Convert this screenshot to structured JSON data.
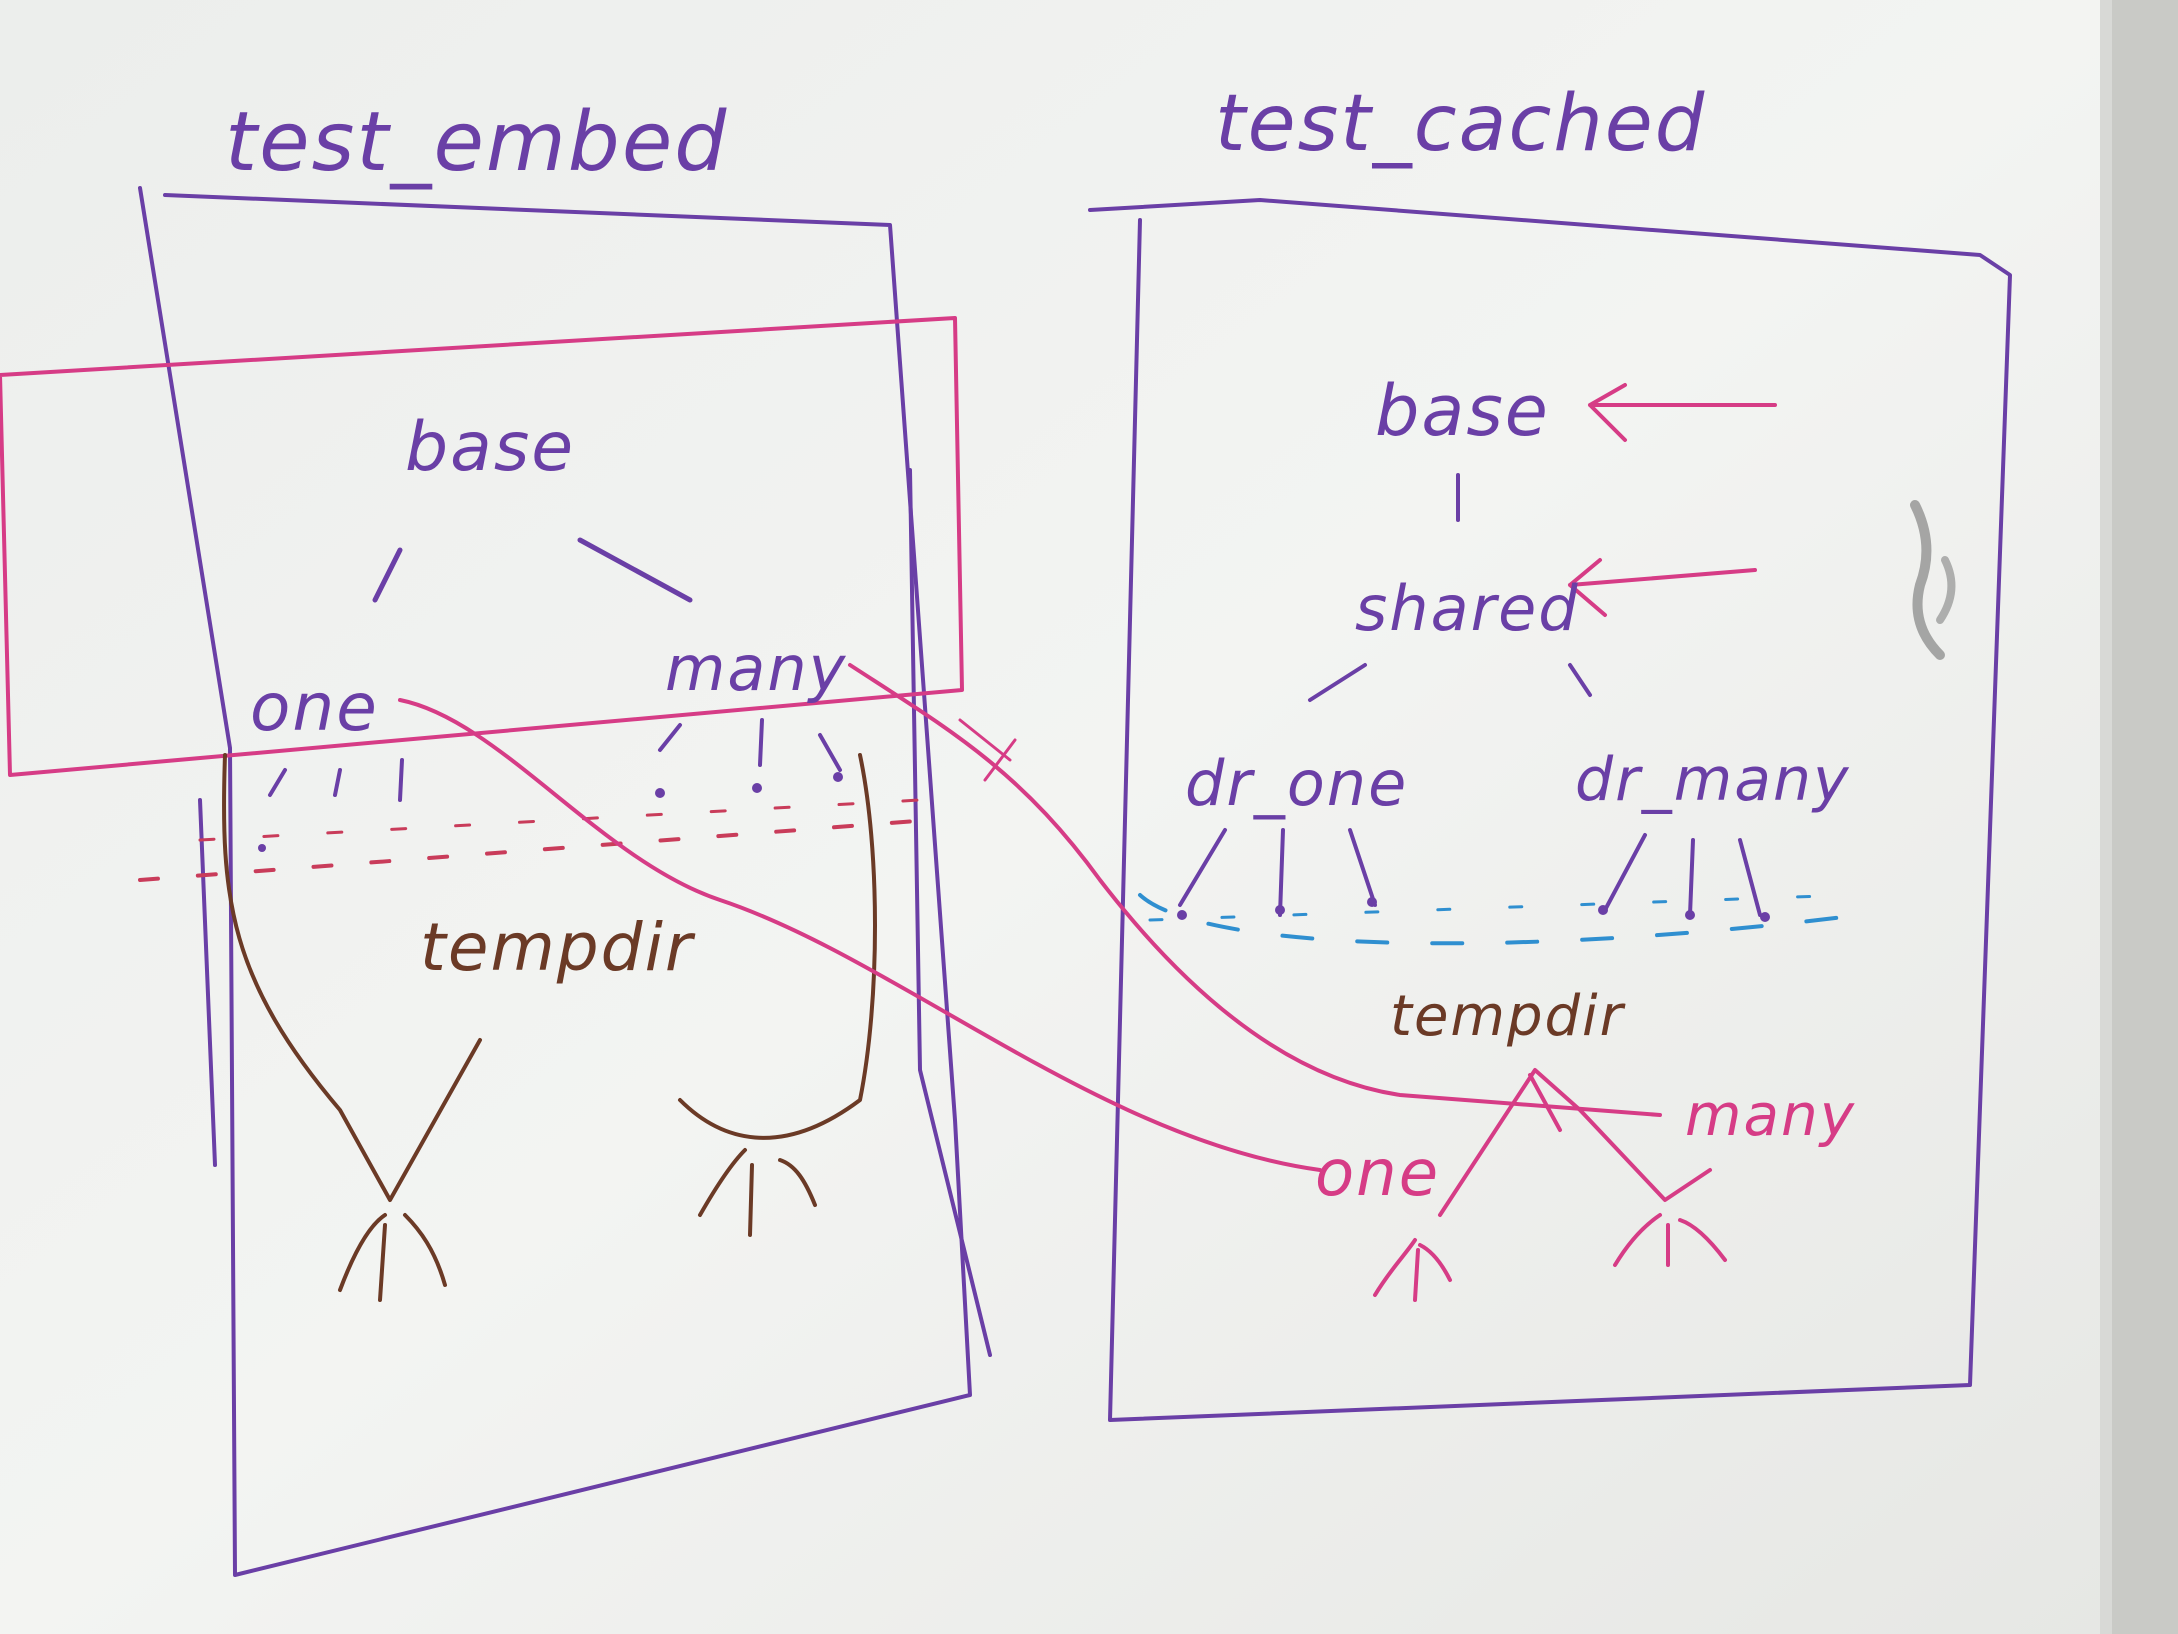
{
  "colors": {
    "purple": "#6a3fa6",
    "magenta": "#d63c86",
    "brown": "#6b3a26",
    "blue": "#2f8fd0",
    "board": "#f1f2f0",
    "frame": "#bfc0bc"
  },
  "left_panel": {
    "title": "test_embed",
    "root": "base",
    "child_one": "one",
    "child_many": "many",
    "tmp": "tempdir"
  },
  "right_panel": {
    "title": "test_cached",
    "root": "base",
    "shared": "shared",
    "child_one": "dr_one",
    "child_many": "dr_many",
    "tmp": "tempdir",
    "leaf_one": "one",
    "leaf_many": "many"
  }
}
